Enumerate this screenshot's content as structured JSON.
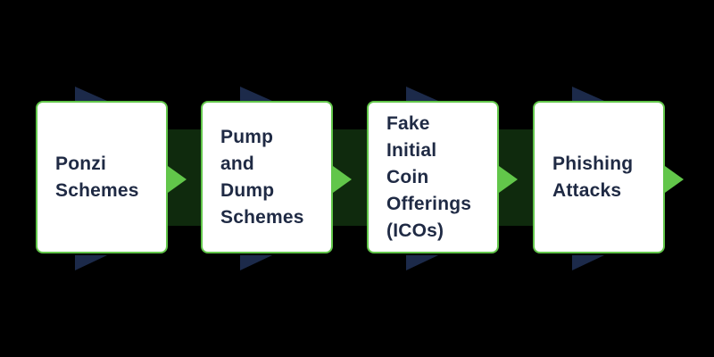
{
  "steps": [
    {
      "label": "Ponzi\nSchemes"
    },
    {
      "label": "Pump\nand\nDump\nSchemes"
    },
    {
      "label": "Fake\nInitial\nCoin\nOfferings\n(ICOs)"
    },
    {
      "label": "Phishing\nAttacks"
    }
  ],
  "colors": {
    "background": "#000000",
    "card_fill": "#ffffff",
    "card_border": "#62c64a",
    "connector_arrow": "#62c64a",
    "connector_band": "#0f2a0d",
    "back_chevron": "#1c2a4a",
    "text": "#1f2a44"
  }
}
